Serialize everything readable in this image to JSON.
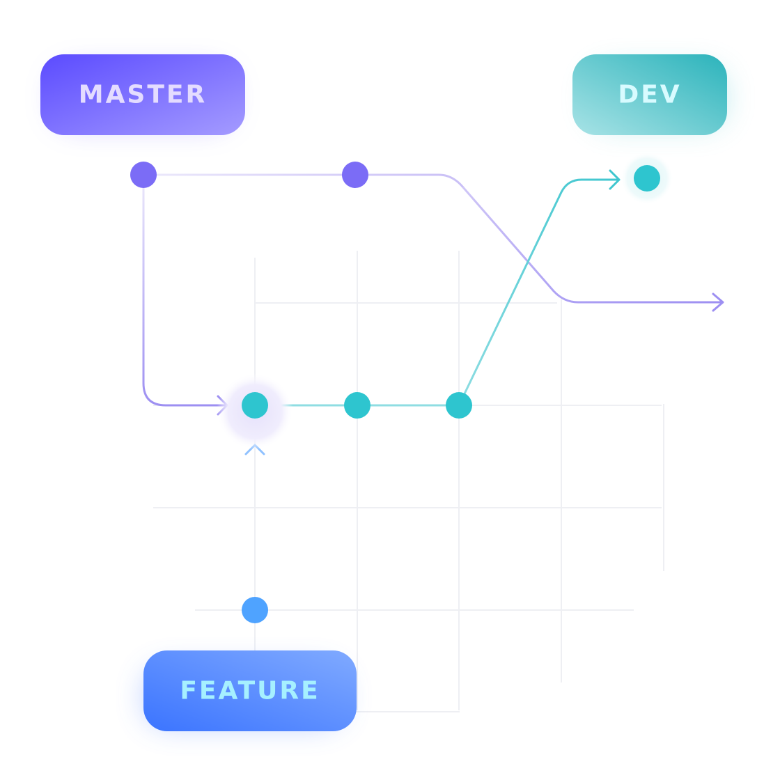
{
  "diagram": {
    "type": "git-branch-diagram",
    "branches": {
      "master": {
        "label": "MASTER",
        "color": "#7b6cf6"
      },
      "dev": {
        "label": "DEV",
        "color": "#2ec5cf"
      },
      "feature": {
        "label": "FEATURE",
        "color": "#4fa3ff"
      }
    },
    "colors": {
      "master_gradient_start": "#5b4bff",
      "master_gradient_end": "#a49bff",
      "master_text": "#e4dcff",
      "dev_gradient_start": "#a8e3e6",
      "dev_gradient_end": "#2bb3bb",
      "dev_text": "#d8fbff",
      "feature_gradient_start": "#3b74ff",
      "feature_gradient_end": "#80aaff",
      "feature_text": "#a6f0ff",
      "master_line": "#9d8ff2",
      "dev_line": "#3fc6cf",
      "feature_line": "#8fc1ff",
      "grid": "#eeeff3"
    }
  }
}
